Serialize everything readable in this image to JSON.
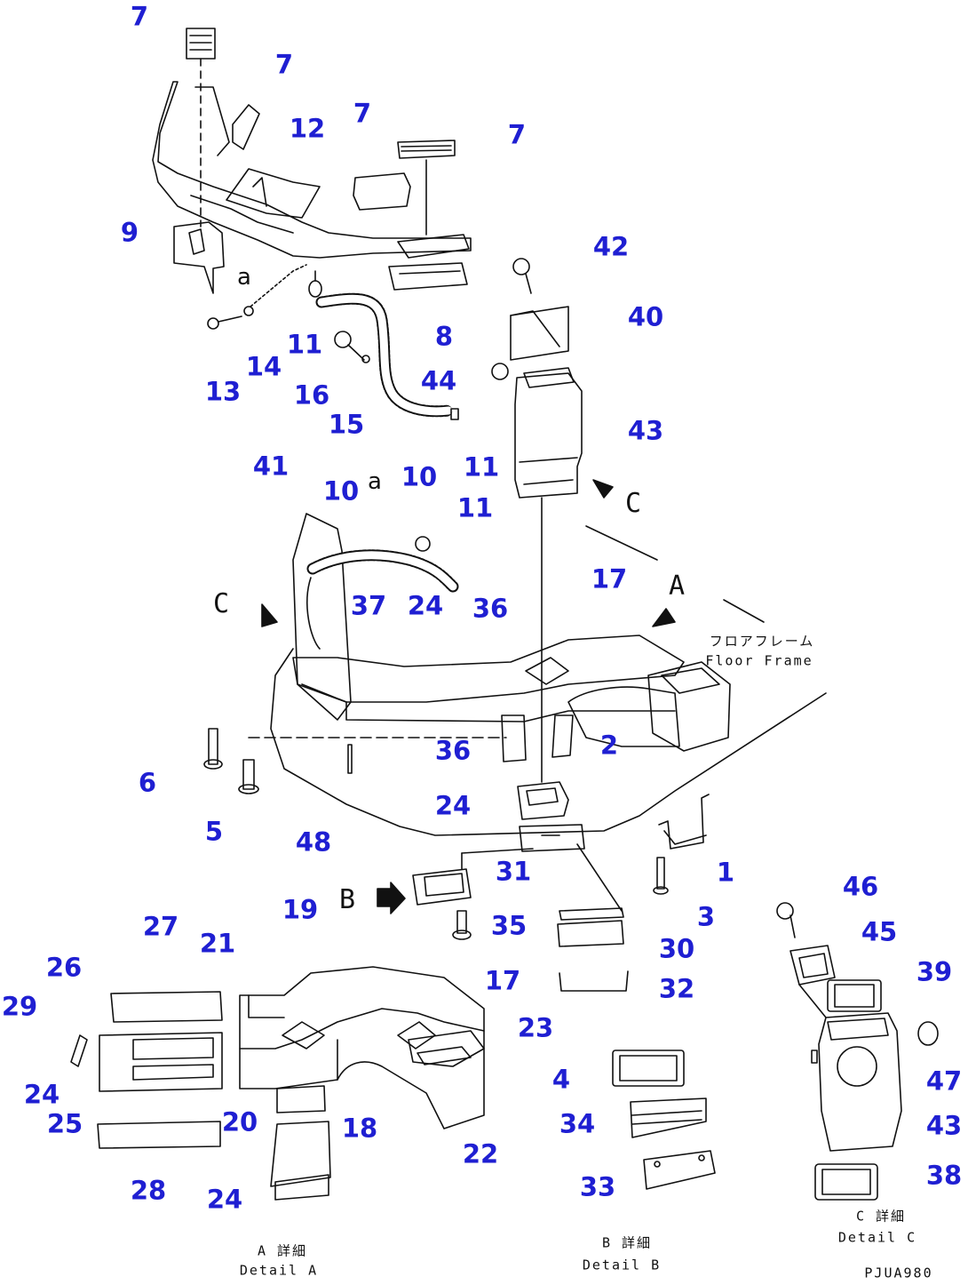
{
  "callouts": {
    "c7a": "7",
    "c7b": "7",
    "c7c": "7",
    "c7d": "7",
    "c12": "12",
    "c9": "9",
    "c8": "8",
    "c42": "42",
    "c40": "40",
    "c13": "13",
    "c14": "14",
    "c11a": "11",
    "c16": "16",
    "c15": "15",
    "c44": "44",
    "c43a": "43",
    "c10a": "10",
    "c11b": "11",
    "c41": "41",
    "c10b": "10",
    "c11c": "11",
    "c17a": "17",
    "c37": "37",
    "c24a": "24",
    "c36a": "36",
    "c36b": "36",
    "c2": "2",
    "c6": "6",
    "c5": "5",
    "c24b": "24",
    "c48": "48",
    "c31": "31",
    "c1": "1",
    "c3": "3",
    "c35": "35",
    "c30": "30",
    "c32": "32",
    "c46": "46",
    "c45": "45",
    "c39": "39",
    "c47": "47",
    "c43b": "43",
    "c38": "38",
    "c27": "27",
    "c26": "26",
    "c29": "29",
    "c24c": "24",
    "c25": "25",
    "c21": "21",
    "c20": "20",
    "c19": "19",
    "c17b": "17",
    "c23": "23",
    "c18": "18",
    "c22": "22",
    "c28": "28",
    "c24d": "24",
    "c4": "4",
    "c34": "34",
    "c33": "33"
  },
  "letters": {
    "a1": "a",
    "a2": "a",
    "C1": "C",
    "C2": "C",
    "A": "A",
    "B": "B"
  },
  "notes": {
    "floor_jp": "フロアフレーム",
    "floor_en": "Floor Frame",
    "detA_jp": "A 詳細",
    "detA_en": "Detail A",
    "detB_jp": "B 詳細",
    "detB_en": "Detail B",
    "detC_jp": "C 詳細",
    "detC_en": "Detail C",
    "code": "PJUA980"
  }
}
